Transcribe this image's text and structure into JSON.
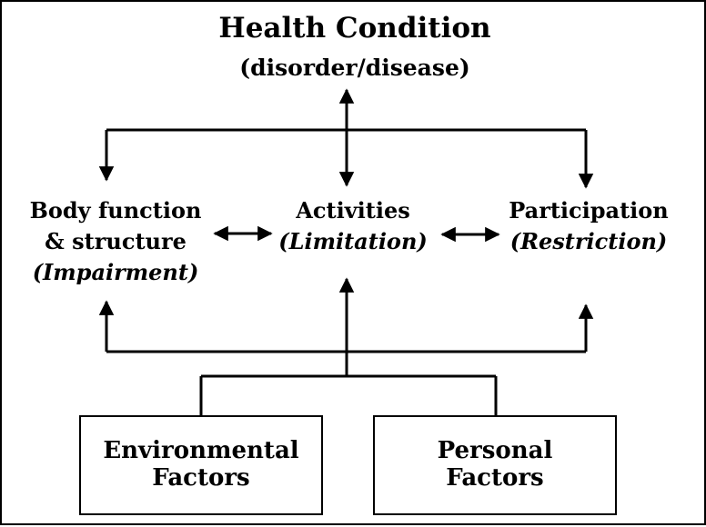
{
  "diagram": {
    "health_condition": {
      "title": "Health Condition",
      "subtitle": "(disorder/disease)"
    },
    "body": {
      "line1": "Body function",
      "line2": "& structure",
      "qualifier": "(Impairment)"
    },
    "activities": {
      "line1": "Activities",
      "qualifier": "(Limitation)"
    },
    "participation": {
      "line1": "Participation",
      "qualifier": "(Restriction)"
    },
    "environmental": {
      "line1": "Environmental",
      "line2": "Factors"
    },
    "personal": {
      "line1": "Personal",
      "line2": "Factors"
    },
    "colors": {
      "ink": "#000000",
      "background": "#ffffff"
    }
  }
}
